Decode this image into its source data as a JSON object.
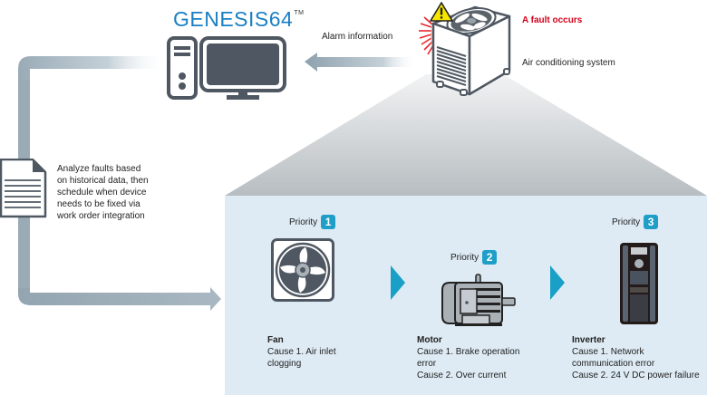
{
  "logo": {
    "text": "GENESIS64",
    "trademark": "TM"
  },
  "header": {
    "alarm_label": "Alarm information",
    "fault_label": "A fault occurs",
    "system_label": "Air conditioning system"
  },
  "analysis": {
    "lines": [
      "Analyze faults based",
      "on historical data, then",
      "schedule when device",
      "needs to be fixed via",
      "work order integration"
    ]
  },
  "colors": {
    "brand_blue": "#1a7fc4",
    "fault_red": "#d4001a",
    "badge_teal": "#1f9fc8",
    "panel_bg": "#deebf4",
    "arrow_gray": "#9aabb6",
    "icon_dark": "#4f5862"
  },
  "priorities": [
    {
      "label": "Priority",
      "number": "1",
      "device": "Fan",
      "icon": "fan-icon",
      "causes": [
        "Cause 1. Air inlet",
        "clogging"
      ]
    },
    {
      "label": "Priority",
      "number": "2",
      "device": "Motor",
      "icon": "motor-icon",
      "causes": [
        "Cause 1. Brake operation",
        "error",
        "Cause 2. Over current"
      ]
    },
    {
      "label": "Priority",
      "number": "3",
      "device": "Inverter",
      "icon": "inverter-icon",
      "causes": [
        "Cause 1. Network",
        "communication error",
        "Cause 2. 24 V DC power failure"
      ]
    }
  ]
}
